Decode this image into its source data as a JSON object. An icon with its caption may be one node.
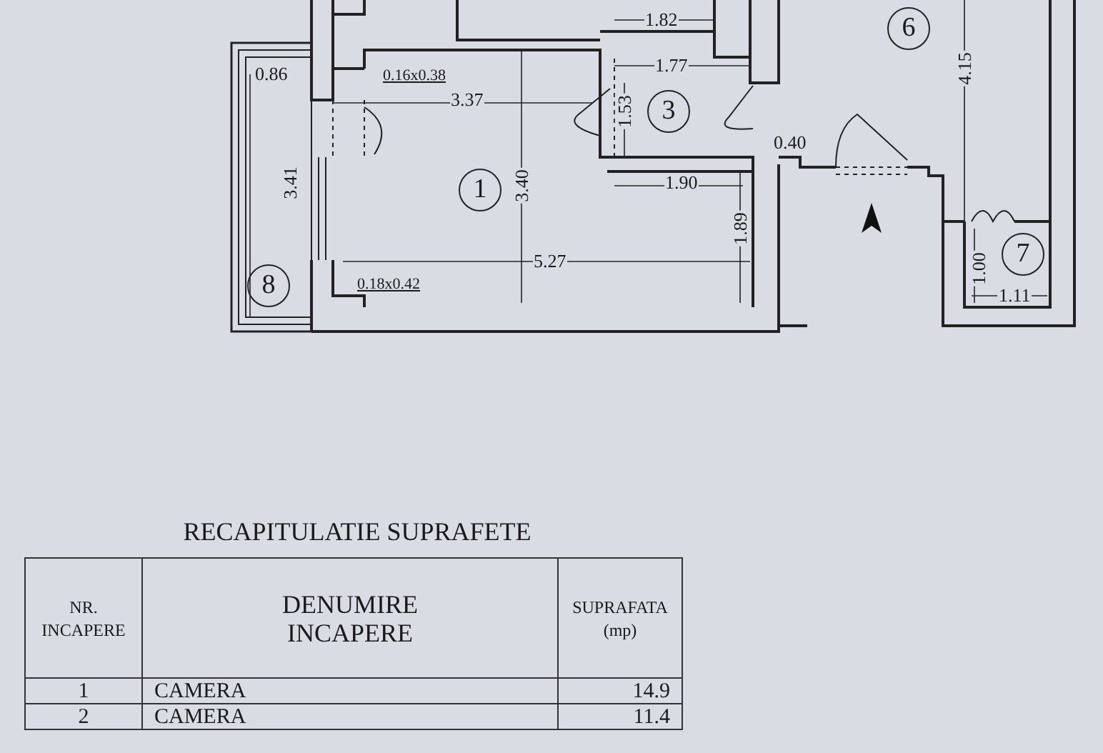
{
  "diagram": {
    "title": "RECAPITULATIE SUPRAFETE",
    "nodes": [
      {
        "text": [
          "6"
        ]
      },
      {
        "text": [
          "3"
        ]
      },
      {
        "text": [
          "1"
        ]
      },
      {
        "text": [
          "7"
        ]
      },
      {
        "text": [
          "8"
        ]
      }
    ],
    "labels": [
      "1.82",
      "0.86",
      "0.16x0.38",
      "1.77",
      "3.37",
      "1.53",
      "4.15",
      "0.40",
      "3.41",
      "3.40",
      "1.90",
      "1.89",
      "1.00",
      "1.11",
      "5.27",
      "0.18x0.42",
      "NR. INCAPERE",
      "DENUMIRE INCAPERE",
      "SUPRAFATA (mp)",
      "1",
      "CAMERA",
      "14.9",
      "2",
      "CAMERA",
      "11.4"
    ]
  }
}
